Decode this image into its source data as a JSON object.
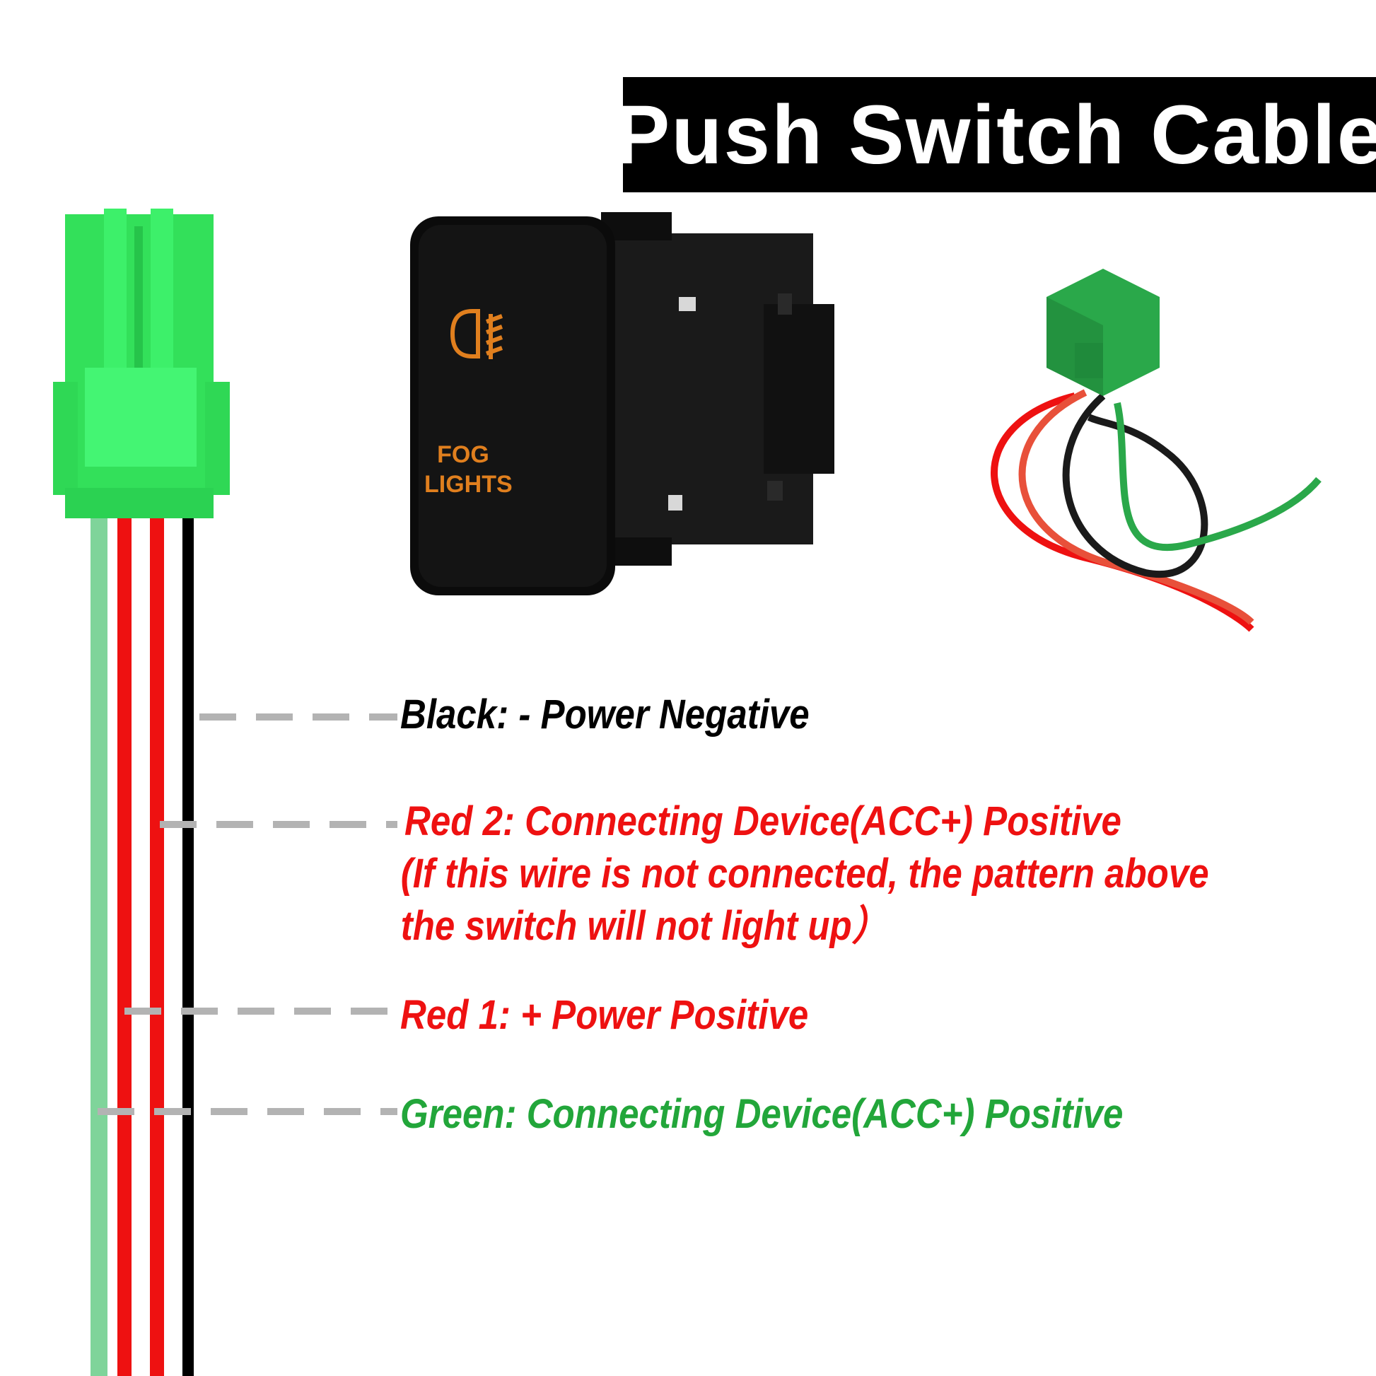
{
  "title": "Push Switch Cable",
  "switch": {
    "label_line1": "FOG",
    "label_line2": "LIGHTS",
    "icon": "fog-light-icon",
    "icon_color": "#e07f1e"
  },
  "wires": [
    {
      "name": "Black",
      "color": "#000000",
      "label": "Black: - Power Negative"
    },
    {
      "name": "Red 2",
      "color": "#ee1111",
      "label": "Red 2: Connecting Device(ACC+) Positive",
      "note_line1": "(If this wire is not connected, the pattern above",
      "note_line2": "the switch will not light up）"
    },
    {
      "name": "Red 1",
      "color": "#ee1111",
      "label": "Red 1: + Power Positive"
    },
    {
      "name": "Green",
      "color": "#22a63a",
      "label": "Green: Connecting Device(ACC+) Positive"
    }
  ],
  "colors": {
    "connector_green": "#33e05a",
    "harness_green": "#2aa84a",
    "wire_green_light": "#7fd49a",
    "leader_gray": "#b3b3b3"
  }
}
